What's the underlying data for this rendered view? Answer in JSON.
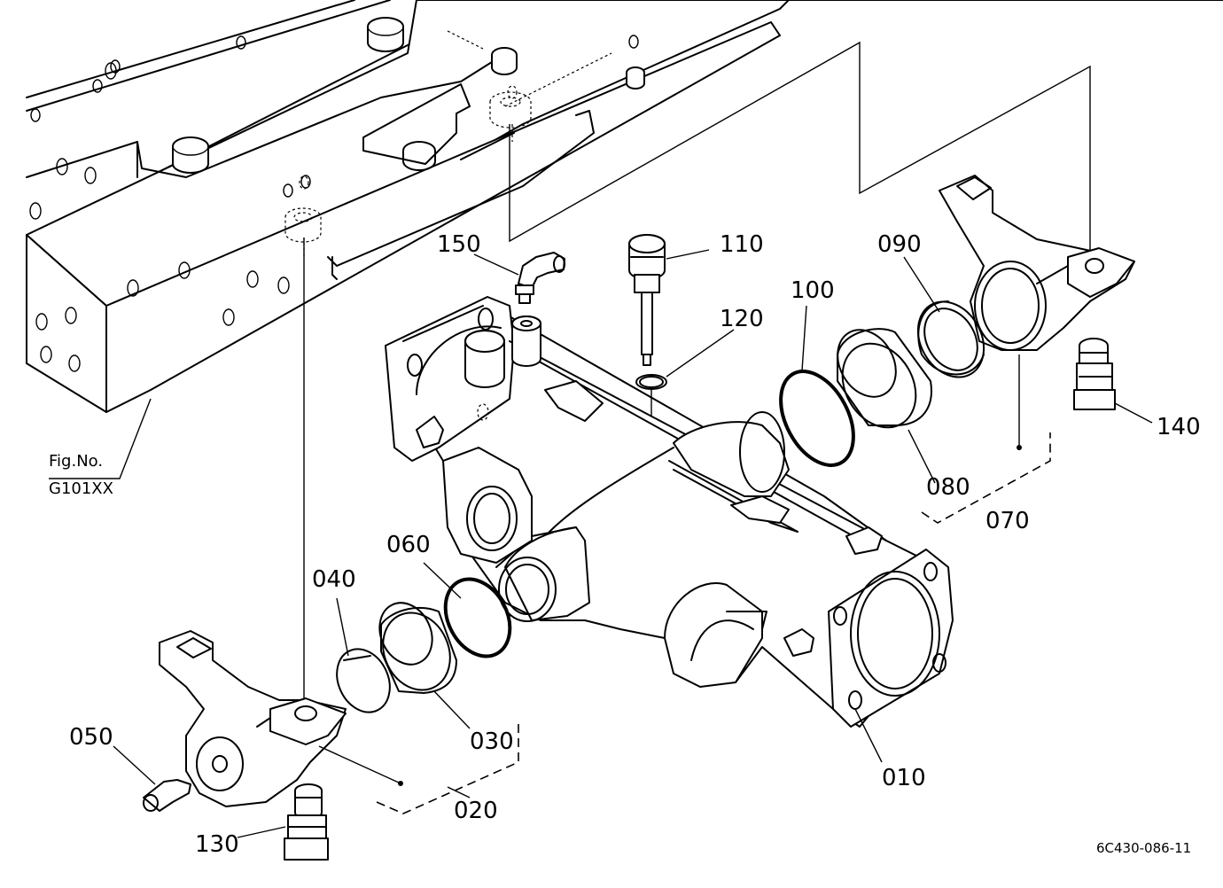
{
  "figure_reference": {
    "line1": "Fig.No.",
    "line2": "G101XX"
  },
  "drawing_code": "6C430-086-11",
  "callouts": [
    {
      "id": "010",
      "label": "010"
    },
    {
      "id": "020",
      "label": "020"
    },
    {
      "id": "030",
      "label": "030"
    },
    {
      "id": "040",
      "label": "040"
    },
    {
      "id": "050",
      "label": "050"
    },
    {
      "id": "060",
      "label": "060"
    },
    {
      "id": "070",
      "label": "070"
    },
    {
      "id": "080",
      "label": "080"
    },
    {
      "id": "090",
      "label": "090"
    },
    {
      "id": "100",
      "label": "100"
    },
    {
      "id": "110",
      "label": "110"
    },
    {
      "id": "120",
      "label": "120"
    },
    {
      "id": "130",
      "label": "130"
    },
    {
      "id": "140",
      "label": "140"
    },
    {
      "id": "150",
      "label": "150"
    }
  ]
}
